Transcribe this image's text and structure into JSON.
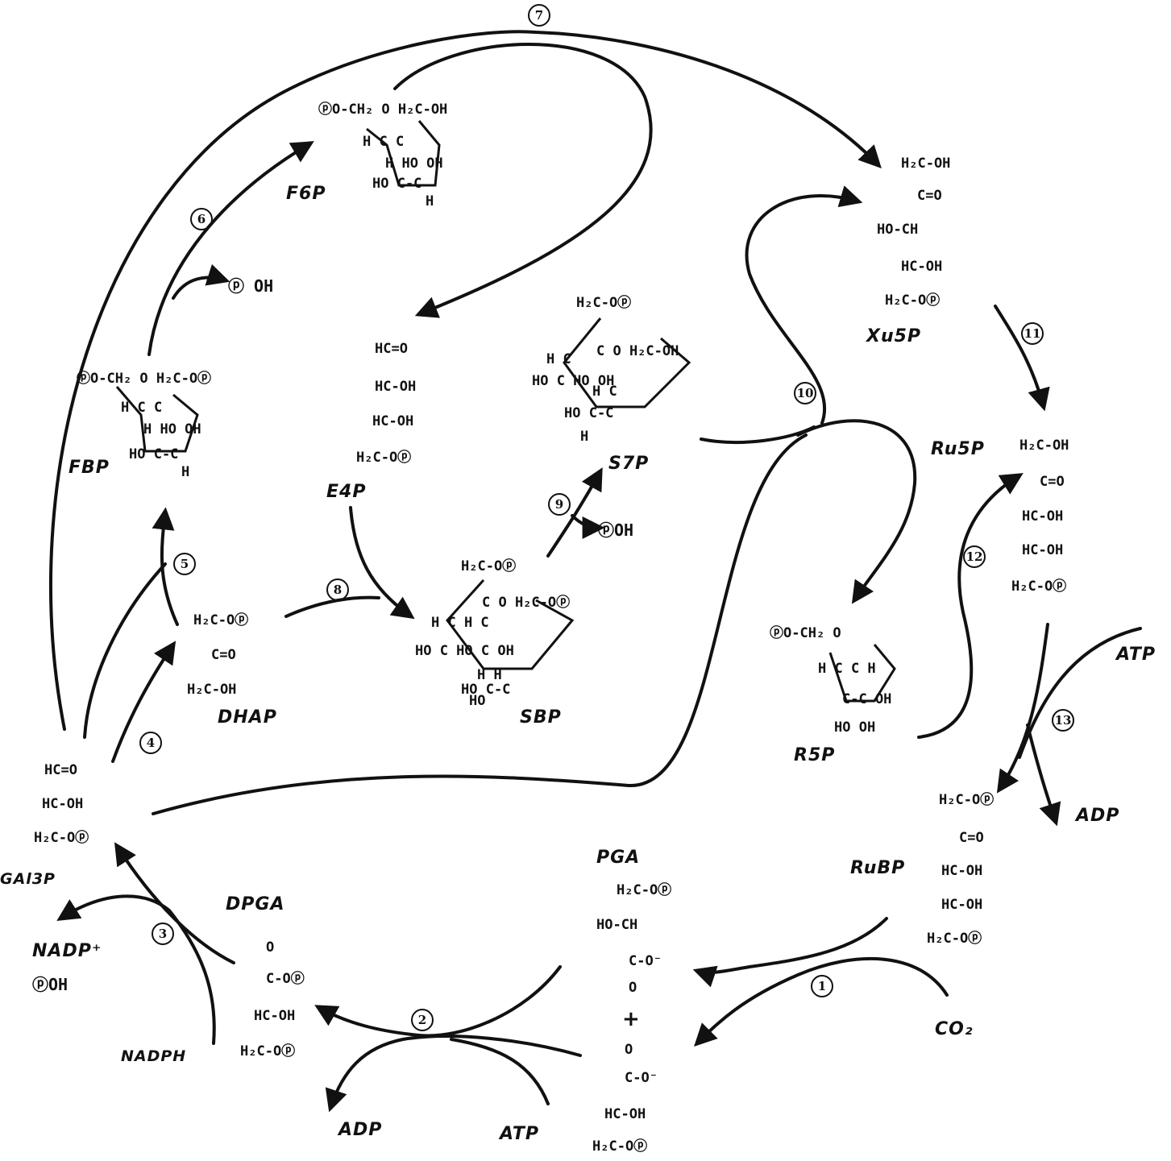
{
  "steps": [
    "1",
    "2",
    "3",
    "4",
    "5",
    "6",
    "7",
    "8",
    "9",
    "10",
    "11",
    "12",
    "13"
  ],
  "compounds": {
    "f6p": "F6P",
    "fbp": "FBP",
    "e4p": "E4P",
    "s7p": "S7P",
    "xu5p": "Xu5P",
    "ru5p": "Ru5P",
    "r5p": "R5P",
    "sbp": "SBP",
    "dhap": "DHAP",
    "gal3p": "GAl3P",
    "dpga": "DPGA",
    "pga": "PGA",
    "rubp": "RuBP"
  },
  "cofactors": {
    "atp_top": "ATP",
    "adp_right": "ADP",
    "co2": "CO₂",
    "adp_bottom": "ADP",
    "atp_bottom": "ATP",
    "nadph": "NADPH",
    "nadp": "NADP⁺",
    "poh_nadp": "ⓟOH",
    "poh_6": "ⓟ OH",
    "poh_9": "ⓟOH",
    "plus": "+"
  },
  "structures": {
    "f6p": [
      "ⓟO-CH₂  O  H₂C-OH",
      "H  C      C",
      "H  HO  OH",
      "HO   C-C",
      "H"
    ],
    "fbp": [
      "ⓟO-CH₂  O  H₂C-Oⓟ",
      "H  C      C",
      "H  HO  OH",
      "HO   C-C",
      "H"
    ],
    "e4p": [
      "HC=O",
      "HC-OH",
      "HC-OH",
      "H₂C-Oⓟ"
    ],
    "s7p": [
      "H₂C-Oⓟ",
      "C      O      H₂C-OH",
      "H                C",
      "HO  C   HO   OH",
      "H  C",
      "HO  C-C",
      "H"
    ],
    "xu5p": [
      "H₂C-OH",
      "C=O",
      "HO-CH",
      "HC-OH",
      "H₂C-Oⓟ"
    ],
    "ru5p": [
      "H₂C-OH",
      "C=O",
      "HC-OH",
      "HC-OH",
      "H₂C-Oⓟ"
    ],
    "r5p": [
      "ⓟO-CH₂    O",
      "H  C       C  H",
      "C-C     OH",
      "HO    OH"
    ],
    "sbp": [
      "H₂C-Oⓟ",
      "C     O     H₂C-Oⓟ",
      "H  C   H        C",
      "HO  C  HO  C  OH",
      "H       H",
      "HO    C-C",
      "HO"
    ],
    "dhap": [
      "H₂C-Oⓟ",
      "C=O",
      "H₂C-OH"
    ],
    "gal3p": [
      "HC=O",
      "HC-OH",
      "H₂C-Oⓟ"
    ],
    "dpga": [
      "O",
      "C-Oⓟ",
      "HC-OH",
      "H₂C-Oⓟ"
    ],
    "pga1": [
      "H₂C-Oⓟ",
      "HO-CH",
      "C-O⁻",
      "O"
    ],
    "pga2": [
      "O",
      "C-O⁻",
      "HC-OH",
      "H₂C-Oⓟ"
    ],
    "rubp": [
      "H₂C-Oⓟ",
      "C=O",
      "HC-OH",
      "HC-OH",
      "H₂C-Oⓟ"
    ]
  }
}
